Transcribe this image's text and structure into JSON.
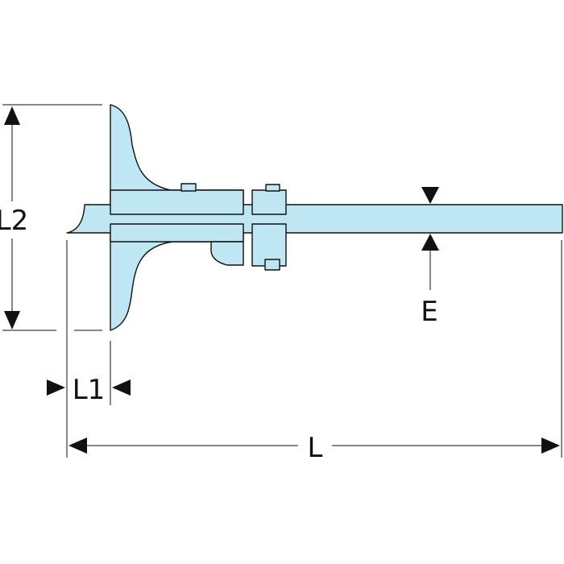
{
  "colors": {
    "body_fill": "#bfe6f3",
    "line": "#111111",
    "background": "#ffffff"
  },
  "dimensions": {
    "l2": "L2",
    "l1": "L1",
    "l": "L",
    "e": "E"
  }
}
